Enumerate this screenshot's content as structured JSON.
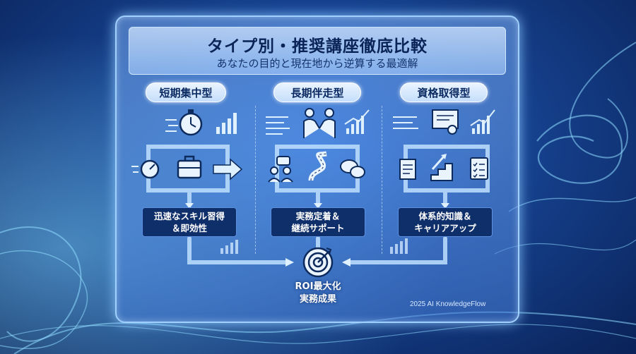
{
  "header": {
    "title": "タイプ別・推奨講座徹底比較",
    "subtitle": "あなたの目的と現在地から逆算する最適解"
  },
  "types": [
    {
      "name": "短期集中型",
      "benefit_line1": "迅速なスキル習得",
      "benefit_line2": "＆即効性"
    },
    {
      "name": "長期伴走型",
      "benefit_line1": "実務定着＆",
      "benefit_line2": "継続サポート"
    },
    {
      "name": "資格取得型",
      "benefit_line1": "体系的知識＆",
      "benefit_line2": "キャリアアップ"
    }
  ],
  "result": {
    "line1": "ROI最大化",
    "line2": "実務成果"
  },
  "footer": {
    "copyright": "2025 AI KnowledgeFlow"
  },
  "colors": {
    "accent": "#9fd0ff",
    "panel_dark": "#0f2f6b",
    "text_dark": "#0d2a5c"
  },
  "icons": {
    "short": [
      "stopwatch-icon",
      "bar-chart-icon",
      "speedometer-icon",
      "briefcase-icon",
      "arrow-right-icon"
    ],
    "long": [
      "handshake-people-icon",
      "growth-chart-icon",
      "people-chat-icon",
      "winding-road-icon",
      "speech-bubbles-icon"
    ],
    "cert": [
      "certificate-icon",
      "growth-chart-icon",
      "document-icon",
      "stairs-arrow-icon",
      "checklist-icon"
    ],
    "result": "target-icon"
  }
}
